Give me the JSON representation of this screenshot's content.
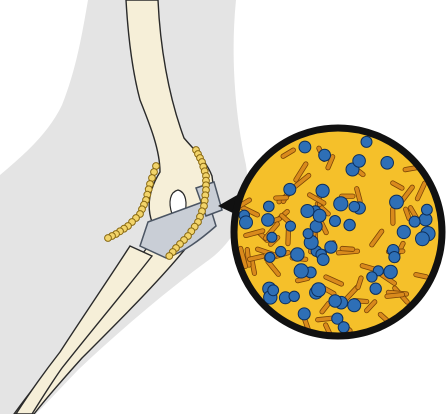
{
  "colors": {
    "background": "#ffffff",
    "limb_silhouette": "#e4e4e4",
    "bone_fill": "#f6efd8",
    "bone_outline": "#2a2a2a",
    "implant_metal": "#c9ced6",
    "implant_outline": "#4b5563",
    "bead_fill": "#f2d46b",
    "bead_outline": "#8a6a12",
    "magnifier_fill": "#f5c02a",
    "magnifier_ring": "#111111",
    "rod_bacteria": "#d98a1c",
    "rod_outline": "#7a4408",
    "cocci_fill": "#2e6fb6",
    "cocci_outline": "#0d2f5c"
  },
  "icons": {
    "limb": "arm-silhouette",
    "humerus": "upper-arm-bone",
    "forearm": "forearm-bones",
    "implant": "elbow-prosthesis",
    "beads": "antibiotic-bead-chain",
    "magnifier": "magnified-biofilm-view"
  }
}
